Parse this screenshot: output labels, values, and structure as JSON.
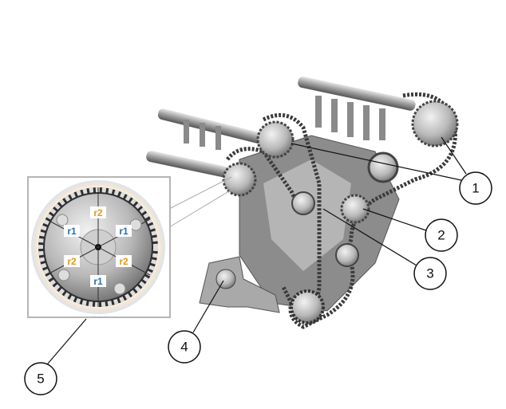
{
  "callouts": [
    {
      "number": "1"
    },
    {
      "number": "2"
    },
    {
      "number": "3"
    },
    {
      "number": "4"
    },
    {
      "number": "5"
    }
  ],
  "inset": {
    "labels": [
      "r2",
      "r1",
      "r1",
      "r2",
      "r2",
      "r1"
    ],
    "colors": {
      "r1": "#2a6fb0",
      "r2": "#e39a1c"
    }
  }
}
